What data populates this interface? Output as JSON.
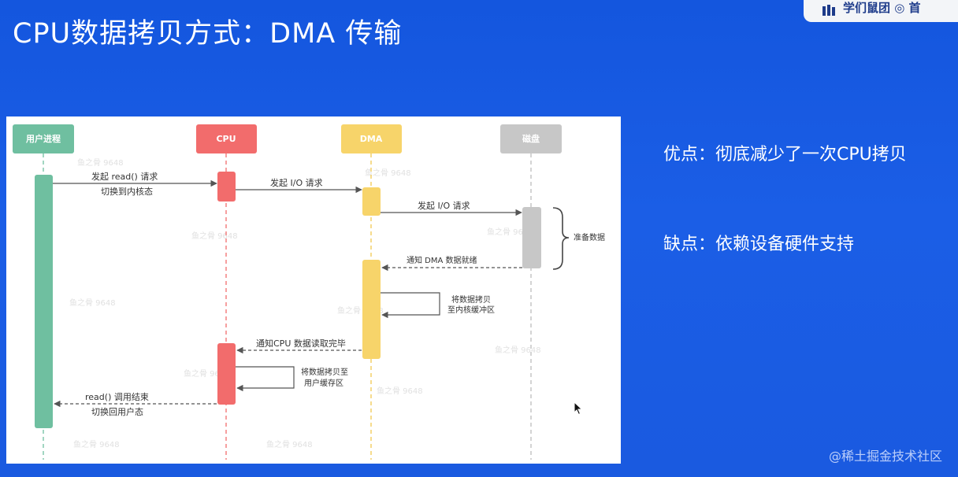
{
  "slide": {
    "title": "CPU数据拷贝方式：DMA 传输",
    "pros": "优点：彻底减少了一次CPU拷贝",
    "cons": "缺点：依赖设备硬件支持",
    "watermark": "@稀土掘金技术社区"
  },
  "logo": {
    "text": "学们鼠团  ◎ 首",
    "color": "#1d3b8a"
  },
  "diagram": {
    "actors": [
      {
        "label": "用户进程",
        "color": "#6fbfa0"
      },
      {
        "label": "CPU",
        "color": "#f26c6c"
      },
      {
        "label": "DMA",
        "color": "#f7d46a"
      },
      {
        "label": "磁盘",
        "color": "#c7c7c7"
      }
    ],
    "messages": [
      {
        "text": "发起 read() 请求"
      },
      {
        "text": "切换到内核态"
      },
      {
        "text": "发起 I/O 请求"
      },
      {
        "text": "发起 I/O 请求"
      },
      {
        "text": "准备数据"
      },
      {
        "text": "通知 DMA 数据就绪"
      },
      {
        "text": "将数据拷贝"
      },
      {
        "text": "至内核缓冲区"
      },
      {
        "text": "通知CPU 数据读取完毕"
      },
      {
        "text": "将数据拷贝至"
      },
      {
        "text": "用户缓存区"
      },
      {
        "text": "read() 调用结束"
      },
      {
        "text": "切换回用户态"
      }
    ],
    "watermark_text": "鱼之骨 9648"
  }
}
